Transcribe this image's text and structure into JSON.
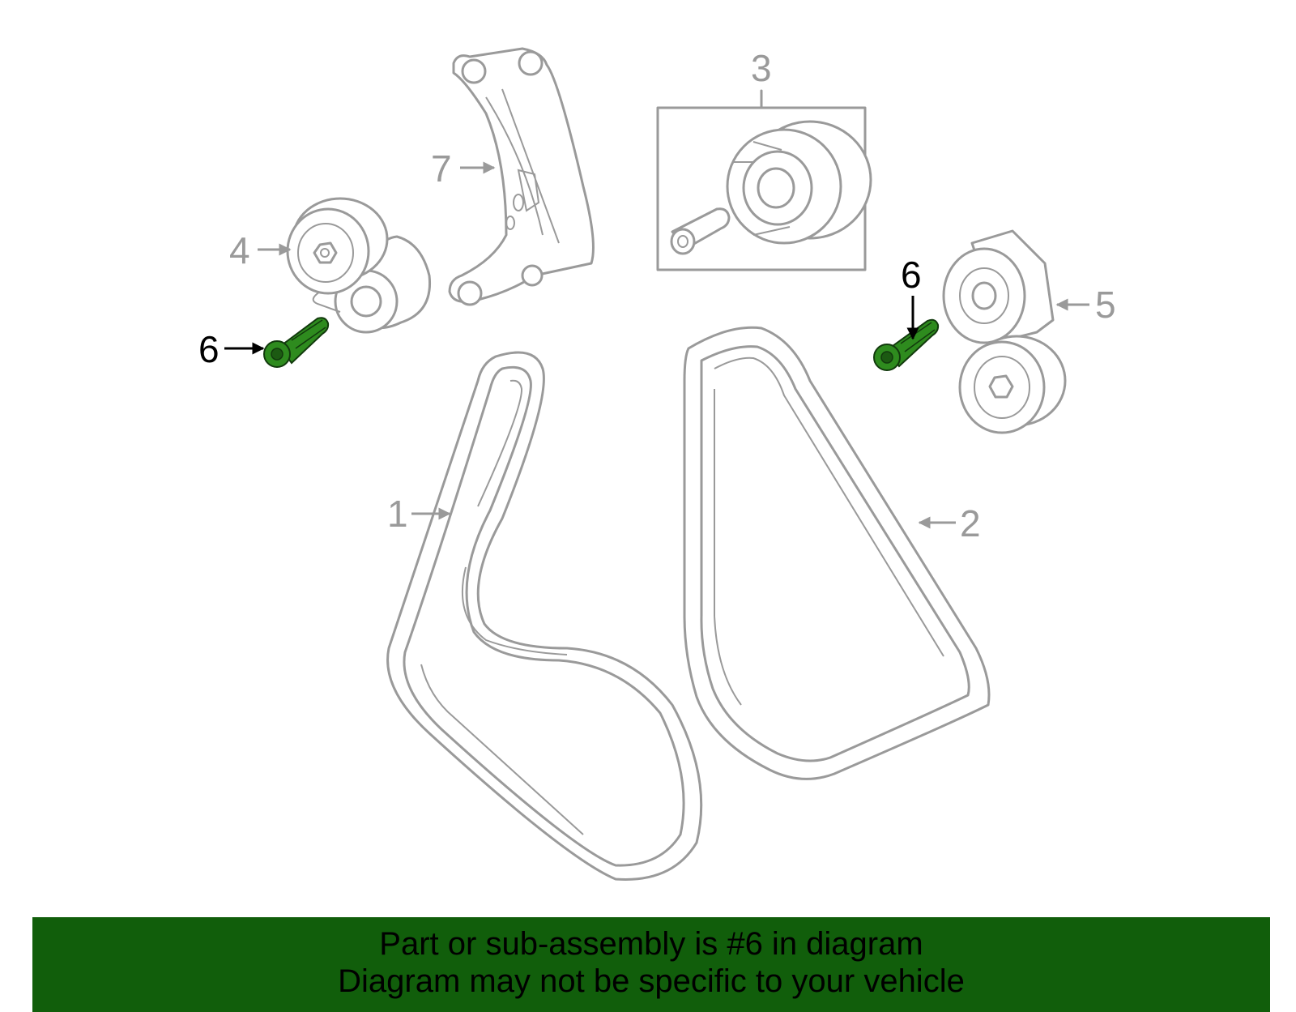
{
  "callouts": {
    "belt_1": "1",
    "belt_2": "2",
    "idler_kit_3": "3",
    "tensioner_4": "4",
    "tensioner_5": "5",
    "bolt_6_left": "6",
    "bolt_6_right": "6",
    "bracket_7": "7"
  },
  "highlighted_part": "6",
  "colors": {
    "highlight": "#2e8b1e",
    "banner": "#115e0b",
    "parts": "#9a9a9a"
  },
  "banner": {
    "line1": "Part or sub-assembly is #6 in diagram",
    "line2": "Diagram may not be specific to your vehicle"
  }
}
